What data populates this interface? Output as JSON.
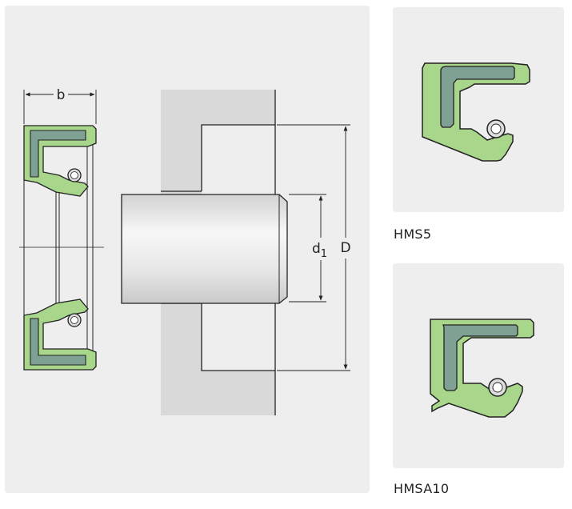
{
  "diagram": {
    "dimension_labels": {
      "width": "b",
      "shaft_diameter": "d",
      "shaft_diameter_subscript": "1",
      "bore_diameter": "D"
    }
  },
  "variants": [
    {
      "label": "HMS5"
    },
    {
      "label": "HMSA10"
    }
  ],
  "colors": {
    "panel_background": "#eeeeee",
    "seal_rubber": "#a8d68a",
    "seal_insert": "#7fa193",
    "housing": "#d9d9d9",
    "shaft_light": "#f4f4f4",
    "shaft_dark": "#cfcfcf",
    "outline": "#222222"
  }
}
